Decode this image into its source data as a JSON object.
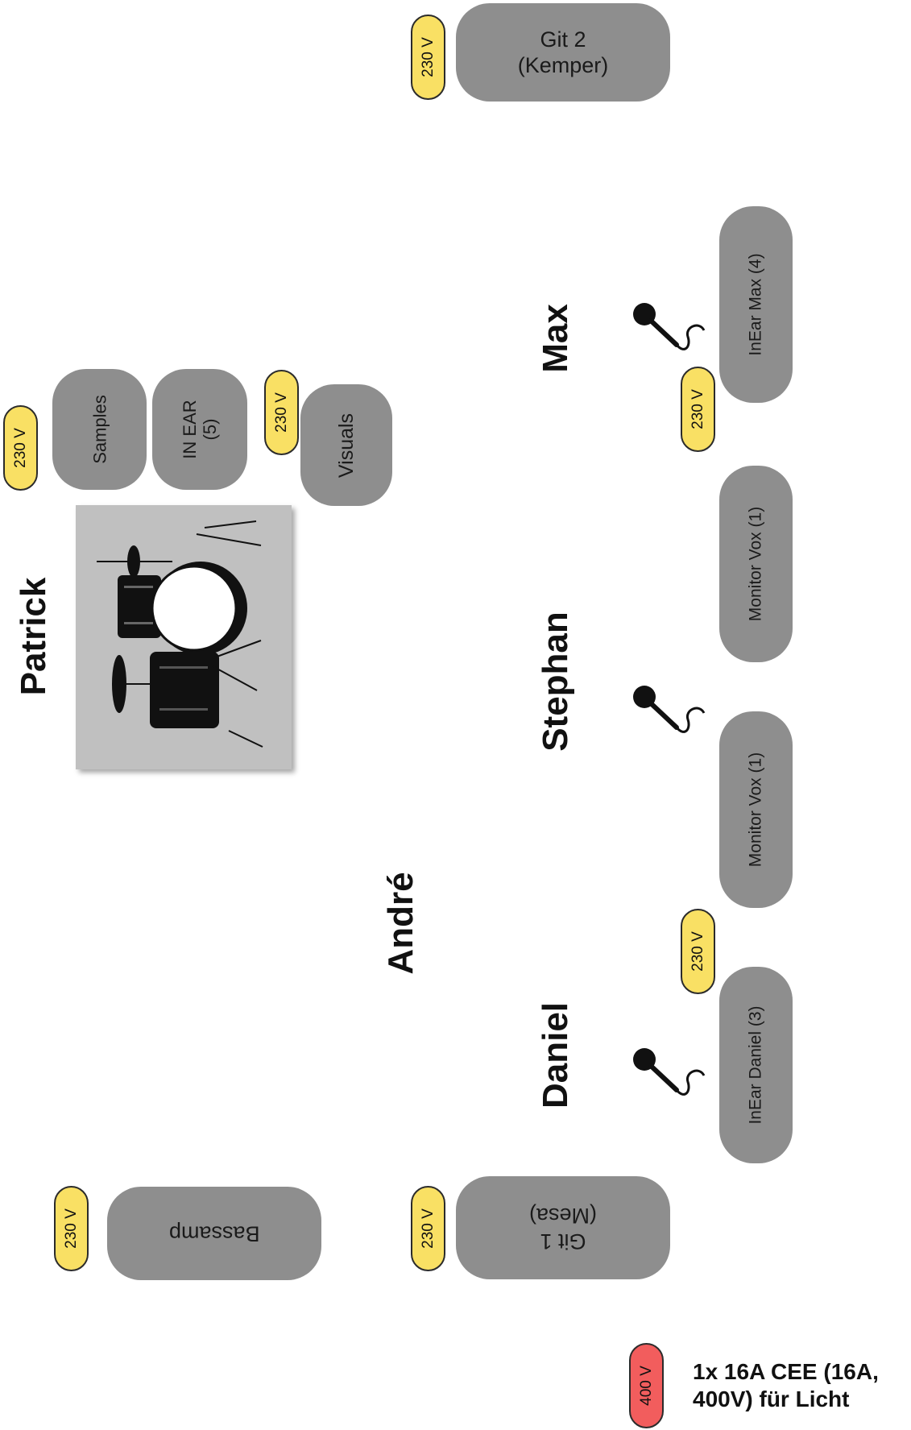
{
  "stage": {
    "gear": {
      "git2": "Git 2\n(Kemper)",
      "samples": "Samples",
      "in_ear_5": "IN EAR\n(5)",
      "visuals": "Visuals",
      "inear_max": "InEar Max (4)",
      "monitor_vox_upper": "Monitor Vox (1)",
      "monitor_vox_lower": "Monitor Vox (1)",
      "inear_daniel": "InEar Daniel (3)",
      "git1": "Git 1\n(Mesa)",
      "bassamp": "Bassamp"
    },
    "power": {
      "v230": "230 V",
      "v400": "400 V"
    },
    "people": {
      "max": "Max",
      "patrick": "Patrick",
      "stephan": "Stephan",
      "andre": "André",
      "daniel": "Daniel"
    },
    "note": "1x 16A CEE (16A,\n400V) für Licht"
  },
  "colors": {
    "box": "#8e8e8e",
    "volt_230": "#f9e064",
    "volt_400": "#f25d5d",
    "drum_bg": "#c0c0c0"
  }
}
